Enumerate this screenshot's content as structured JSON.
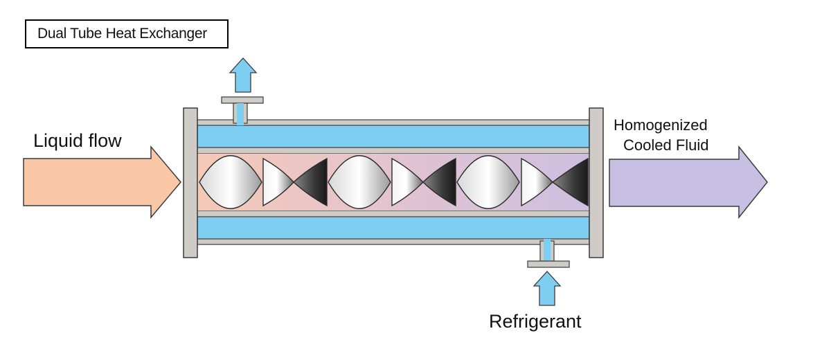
{
  "title": "Dual Tube Heat Exchanger",
  "labels": {
    "inlet": "Liquid flow",
    "outlet_line1": "Homogenized",
    "outlet_line2": "Cooled Fluid",
    "refrigerant": "Refrigerant"
  },
  "colors": {
    "coolant": "#7ecef2",
    "inlet_arrow": "#f9c6a6",
    "outlet_arrow": "#c7c0e2",
    "tube_metal": "#cfcbc7",
    "stroke": "#3a3a3a"
  }
}
